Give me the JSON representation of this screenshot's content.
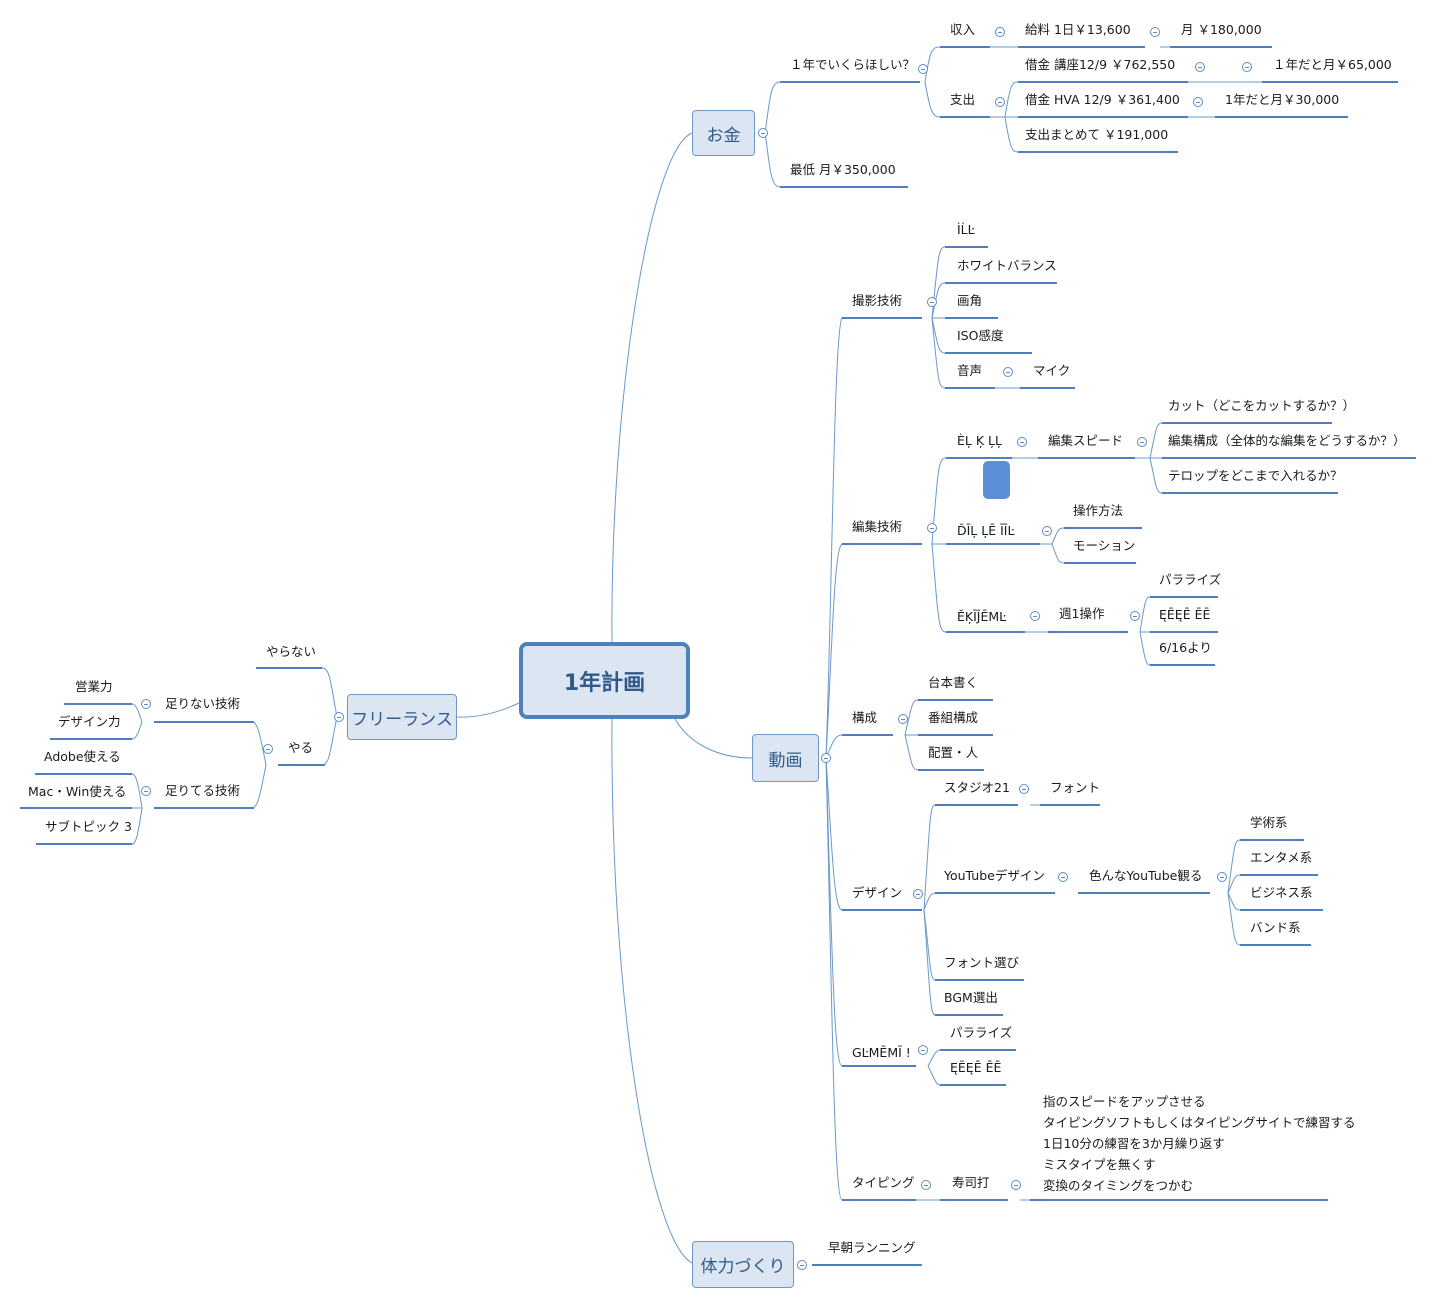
{
  "colors": {
    "line": "#6a98ca",
    "underline": "#4f7fbf",
    "box_fill": "#dce6f2",
    "box_border": "#6f97c4",
    "box_text": "#2f5a8a",
    "handle": "#5b8fd6"
  },
  "central": {
    "label": "1年計画"
  },
  "money": {
    "label": "お金",
    "want": "１年でいくらほしい？",
    "income": {
      "label": "収入",
      "salary": "給料 1日￥13,600",
      "month": "月 ￥180,000"
    },
    "expense": {
      "label": "支出",
      "loan1": "借金 講座12/9 ￥762,550",
      "loan1_month": "１年だと月￥65,000",
      "loan2": "借金 HVA 12/9 ￥361,400",
      "loan2_month": "1年だと月￥30,000",
      "total": "支出まとめて ￥191,000"
    },
    "minimum": "最低 月￥350,000"
  },
  "video": {
    "label": "動画",
    "shooting": {
      "label": "撮影技術",
      "items": [
        "ÌĹĿ",
        "ホワイトバランス",
        "画角",
        "ISO感度",
        "音声"
      ],
      "mic": "マイク"
    },
    "editing": {
      "label": "編集技術",
      "g1": "ÈĻ Ķ ĻĻ",
      "speed": "編集スピード",
      "speed_items": [
        "カット（どこをカットするか？）",
        "編集構成（全体的な編集をどうするか？）",
        "テロップをどこまで入れるか？"
      ],
      "g2": "ĎĪĻ ĻĒ  ĪĪĿ",
      "g2_items": [
        "操作方法",
        "モーション"
      ],
      "g3": "ĚĶĪĴĒMĿ",
      "weekly": "週1操作",
      "weekly_items": [
        "パラライズ",
        "ĘĒĘĒ ĒĒ",
        "6/16より"
      ]
    },
    "structure": {
      "label": "構成",
      "items": [
        "台本書く",
        "番組構成",
        "配置・人"
      ]
    },
    "design": {
      "label": "デザイン",
      "studio": "スタジオ21",
      "font": "フォント",
      "yt": "YouTubeデザイン",
      "watch": "色んなYouTube観る",
      "genres": [
        "学術系",
        "エンタメ系",
        "ビジネス系",
        "バンド系"
      ],
      "font_select": "フォント選び",
      "bgm": "BGM選出"
    },
    "g5": {
      "label": "GĿMĒMĪ !",
      "items": [
        "パラライズ",
        "ĘĒĘĒ ĒĒ"
      ]
    },
    "typing": {
      "label": "タイピング",
      "sushi": "寿司打",
      "notes": [
        "指のスピードをアップさせる",
        "タイピングソフトもしくはタイピングサイトで練習する",
        "1日10分の練習を3か月繰り返す",
        "ミスタイプを無くす",
        "変換のタイミングをつかむ"
      ]
    }
  },
  "fitness": {
    "label": "体力づくり",
    "item": "早朝ランニング"
  },
  "freelance": {
    "label": "フリーランス",
    "dont": "やらない",
    "do": "やる",
    "lacking": "足りない技術",
    "lacking_items": [
      "営業力",
      "デザイン力"
    ],
    "enough": "足りてる技術",
    "enough_items": [
      "Adobe使える",
      "Mac・Win使える",
      "サブトピック 3"
    ]
  }
}
